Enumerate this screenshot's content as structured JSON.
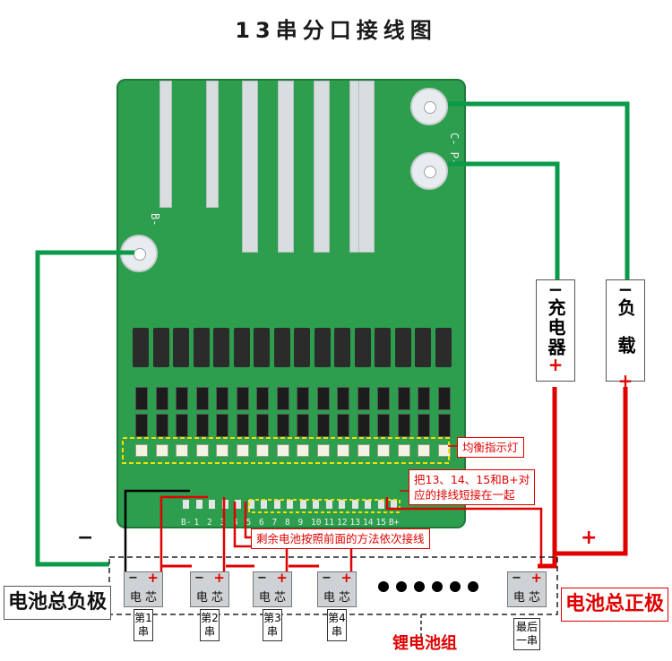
{
  "title": "13串分口接线图",
  "board": {
    "label_bminus": "B-",
    "label_cp": "C- P-",
    "pads": [
      "B-",
      "1",
      "2",
      "3",
      "4",
      "5",
      "6",
      "7",
      "8",
      "9",
      "10",
      "11",
      "12",
      "13",
      "14",
      "15",
      "B+"
    ]
  },
  "notes": {
    "balance_led": "均衡指示灯",
    "short_line1": "把13、14、15和B+对",
    "short_line2": "应的排线短接在一起",
    "remaining": "剩余电池按照前面的方法依次接线"
  },
  "terminals": {
    "charger": {
      "minus": "−",
      "text": "充电器",
      "plus": "+"
    },
    "load": {
      "minus": "−",
      "text": "负载",
      "plus": "+"
    }
  },
  "signs": {
    "minus": "−",
    "plus": "+"
  },
  "labels": {
    "total_negative": "电池总负极",
    "total_positive": "电池总正极",
    "pack": "锂电池组"
  },
  "cells": [
    {
      "text": "电 芯",
      "neg": "−",
      "pos": "+",
      "series": "第1串"
    },
    {
      "text": "电 芯",
      "neg": "−",
      "pos": "+",
      "series": "第2串"
    },
    {
      "text": "电 芯",
      "neg": "−",
      "pos": "+",
      "series": "第3串"
    },
    {
      "text": "电 芯",
      "neg": "−",
      "pos": "+",
      "series": "第4串"
    },
    {
      "text": "电 芯",
      "neg": "−",
      "pos": "+",
      "series": "最后一串"
    }
  ],
  "colors": {
    "board": "#2c9e4e",
    "wire_green": "#0a9a4a",
    "wire_red": "#e00000",
    "wire_black": "#000000"
  }
}
